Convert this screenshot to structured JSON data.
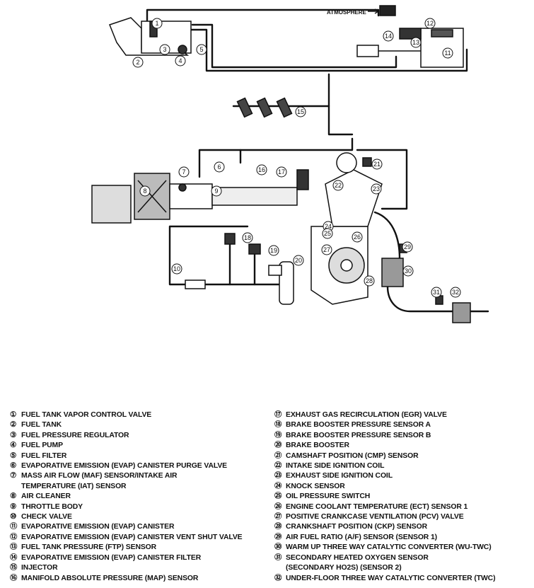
{
  "diagram": {
    "atmosphere_label": "ATMOSPHERE",
    "callouts": [
      "1",
      "2",
      "3",
      "4",
      "5",
      "6",
      "7",
      "8",
      "9",
      "10",
      "11",
      "12",
      "13",
      "14",
      "15",
      "16",
      "17",
      "18",
      "19",
      "20",
      "21",
      "22",
      "23",
      "24",
      "25",
      "26",
      "27",
      "28",
      "29",
      "30",
      "31",
      "32"
    ]
  },
  "legend": {
    "left": [
      {
        "num": "①",
        "text": "FUEL TANK VAPOR CONTROL VALVE"
      },
      {
        "num": "②",
        "text": "FUEL TANK"
      },
      {
        "num": "③",
        "text": "FUEL PRESSURE REGULATOR"
      },
      {
        "num": "④",
        "text": "FUEL PUMP"
      },
      {
        "num": "⑤",
        "text": "FUEL FILTER"
      },
      {
        "num": "⑥",
        "text": "EVAPORATIVE EMISSION (EVAP) CANISTER PURGE VALVE"
      },
      {
        "num": "⑦",
        "text": "MASS AIR FLOW (MAF) SENSOR/INTAKE AIR\nTEMPERATURE (IAT) SENSOR"
      },
      {
        "num": "⑧",
        "text": "AIR CLEANER"
      },
      {
        "num": "⑨",
        "text": "THROTTLE BODY"
      },
      {
        "num": "⑩",
        "text": "CHECK VALVE"
      },
      {
        "num": "⑪",
        "text": "EVAPORATIVE EMISSION (EVAP) CANISTER"
      },
      {
        "num": "⑫",
        "text": "EVAPORATIVE EMISSION (EVAP) CANISTER VENT SHUT VALVE"
      },
      {
        "num": "⑬",
        "text": "FUEL TANK PRESSURE (FTP) SENSOR"
      },
      {
        "num": "⑭",
        "text": "EVAPORATIVE EMISSION (EVAP) CANISTER FILTER"
      },
      {
        "num": "⑮",
        "text": "INJECTOR"
      },
      {
        "num": "⑯",
        "text": "MANIFOLD ABSOLUTE PRESSURE (MAP) SENSOR"
      }
    ],
    "right": [
      {
        "num": "⑰",
        "text": "EXHAUST GAS RECIRCULATION (EGR) VALVE"
      },
      {
        "num": "⑱",
        "text": "BRAKE BOOSTER PRESSURE SENSOR A"
      },
      {
        "num": "⑲",
        "text": "BRAKE BOOSTER PRESSURE SENSOR B"
      },
      {
        "num": "⑳",
        "text": "BRAKE BOOSTER"
      },
      {
        "num": "㉑",
        "text": "CAMSHAFT POSITION (CMP) SENSOR"
      },
      {
        "num": "㉒",
        "text": "INTAKE SIDE IGNITION COIL"
      },
      {
        "num": "㉓",
        "text": "EXHAUST SIDE IGNITION COIL"
      },
      {
        "num": "㉔",
        "text": "KNOCK SENSOR"
      },
      {
        "num": "㉕",
        "text": "OIL PRESSURE SWITCH"
      },
      {
        "num": "㉖",
        "text": "ENGINE COOLANT TEMPERATURE (ECT) SENSOR 1"
      },
      {
        "num": "㉗",
        "text": "POSITIVE CRANKCASE VENTILATION (PCV) VALVE"
      },
      {
        "num": "㉘",
        "text": "CRANKSHAFT POSITION (CKP) SENSOR"
      },
      {
        "num": "㉙",
        "text": "AIR FUEL RATIO (A/F) SENSOR (SENSOR 1)"
      },
      {
        "num": "㉚",
        "text": "WARM UP THREE WAY CATALYTIC CONVERTER (WU-TWC)"
      },
      {
        "num": "㉛",
        "text": "SECONDARY HEATED OXYGEN SENSOR\n(SECONDARY HO2S) (SENSOR 2)"
      },
      {
        "num": "㉜",
        "text": "UNDER-FLOOR THREE WAY CATALYTIC CONVERTER (TWC)"
      }
    ]
  }
}
